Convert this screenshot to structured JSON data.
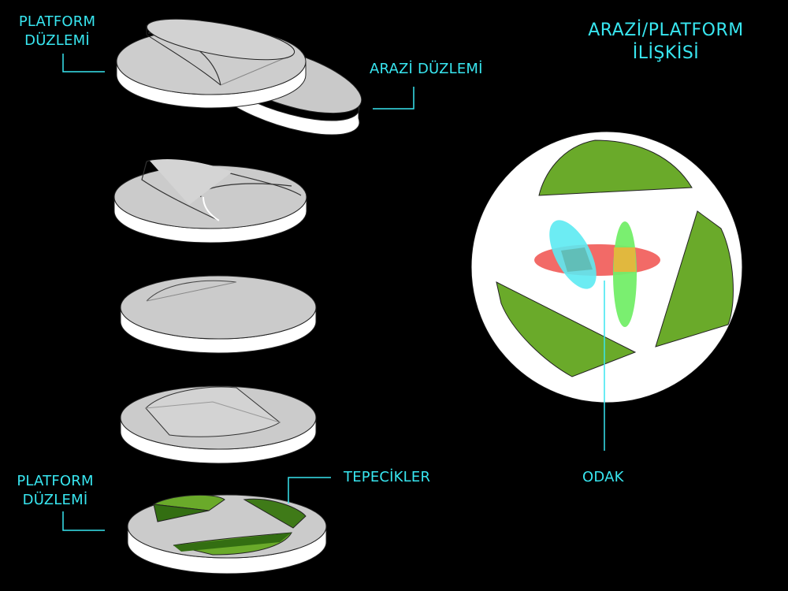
{
  "labels": {
    "platform_top": [
      "PLATFORM",
      "DÜZLEMİ"
    ],
    "arazi": "ARAZİ DÜZLEMİ",
    "title": [
      "ARAZİ/PLATFORM",
      "İLİŞKİSİ"
    ],
    "platform_bottom": [
      "PLATFORM",
      "DÜZLEMİ"
    ],
    "tepecikler": "TEPECİKLER",
    "odak": "ODAK"
  },
  "colors": {
    "background": "#000000",
    "label": "#38e6f0",
    "disc_top": "#c8c8c8",
    "disc_side": "#ffffff",
    "hill_green": "#6aaa2a",
    "hill_dark": "#336e12",
    "focus_red": "#f26a67",
    "focus_cyan": "#5ceaf2",
    "focus_green": "#73ee68",
    "focus_overlap": "#e7b53c"
  }
}
